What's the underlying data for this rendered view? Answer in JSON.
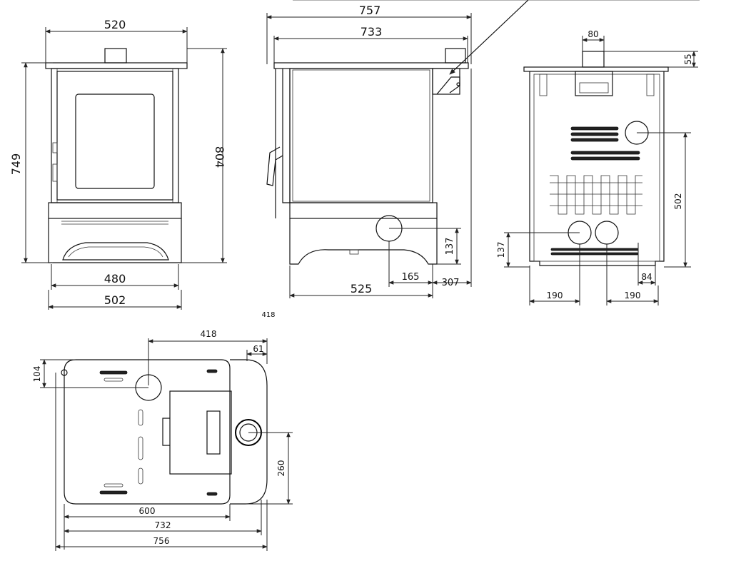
{
  "front_view": {
    "top_width": "520",
    "body_width": "480",
    "base_width": "502",
    "height_body": "749",
    "height_total": "804"
  },
  "side_view": {
    "overall_depth": "757",
    "top_depth": "733",
    "base_depth": "525",
    "inlet_height": "137",
    "inlet_from_rear": "165",
    "rear_offset": "307"
  },
  "rear_view": {
    "flue_width": "80",
    "flue_height": "55",
    "outlet_height": "502",
    "inlet_height": "137",
    "outlet_side": "84",
    "left_inlet": "190",
    "right_inlet": "190"
  },
  "plan_view": {
    "top_label": "418",
    "flue_offset": "418",
    "edge_offset": "61",
    "flue_depth": "104",
    "rear_outlet": "260",
    "width_600": "600",
    "width_732": "732",
    "width_756": "756"
  }
}
